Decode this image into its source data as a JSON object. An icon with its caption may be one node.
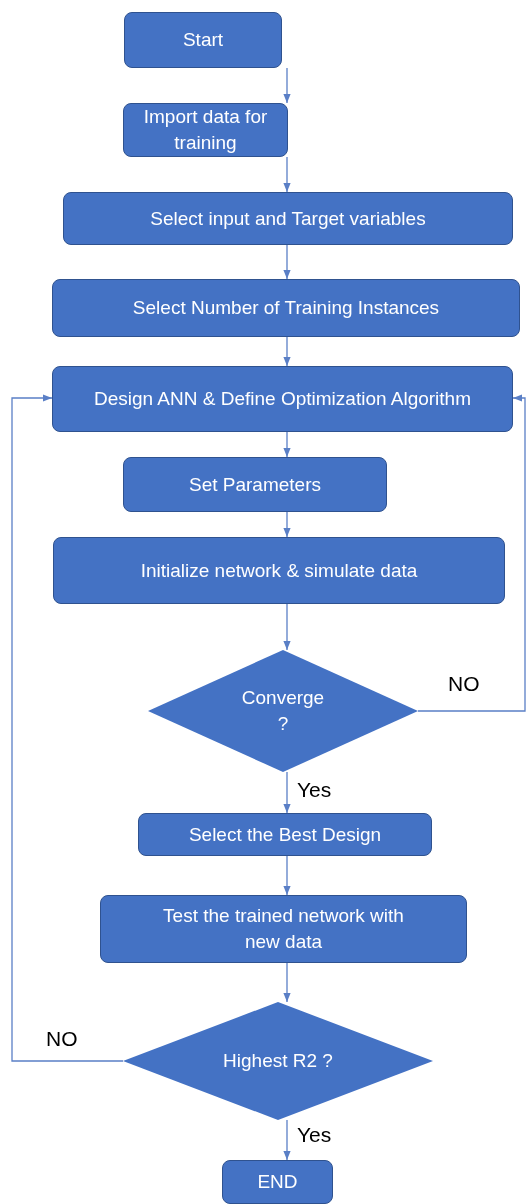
{
  "diagram": {
    "nodes": [
      {
        "text": [
          "Start"
        ]
      },
      {
        "text": [
          "Import data for training"
        ]
      },
      {
        "text": [
          "Select input and Target variables"
        ]
      },
      {
        "text": [
          "Select Number of Training Instances"
        ]
      },
      {
        "text": [
          "Design ANN & Define Optimization Algorithm"
        ]
      },
      {
        "text": [
          "Set Parameters"
        ]
      },
      {
        "text": [
          "Initialize network & simulate data"
        ]
      },
      {
        "text": [
          "Converge ?"
        ]
      },
      {
        "text": [
          "Select the Best Design"
        ]
      },
      {
        "text": [
          "Test the trained network with new data"
        ]
      },
      {
        "text": [
          "Highest R2 ?"
        ]
      },
      {
        "text": [
          "END"
        ]
      }
    ],
    "edges": [
      {
        "from": 0,
        "to": 1,
        "arrow": "to"
      },
      {
        "from": 1,
        "to": 2,
        "arrow": "to"
      },
      {
        "from": 2,
        "to": 3,
        "arrow": "to"
      },
      {
        "from": 3,
        "to": 4,
        "arrow": "to"
      },
      {
        "from": 4,
        "to": 5,
        "arrow": "to"
      },
      {
        "from": 5,
        "to": 6,
        "arrow": "to"
      },
      {
        "from": 6,
        "to": 7,
        "arrow": "to"
      },
      {
        "from": 7,
        "to": 8,
        "arrow": "to",
        "label": "Yes"
      },
      {
        "from": 7,
        "to": 4,
        "arrow": "to",
        "label": "NO"
      },
      {
        "from": 8,
        "to": 9,
        "arrow": "to"
      },
      {
        "from": 9,
        "to": 10,
        "arrow": "to"
      },
      {
        "from": 10,
        "to": 4,
        "arrow": "to",
        "label": "NO"
      },
      {
        "from": 10,
        "to": 11,
        "arrow": "to",
        "label": "Yes"
      }
    ]
  }
}
